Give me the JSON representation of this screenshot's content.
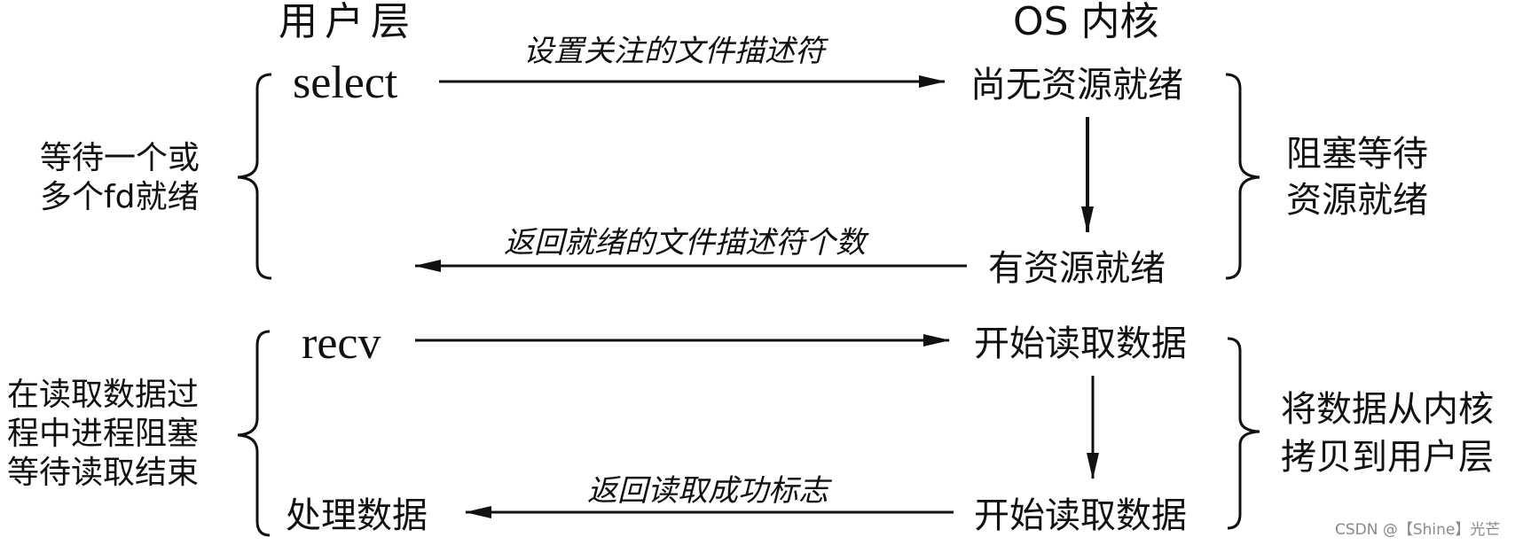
{
  "headers": {
    "user_layer": "用户层",
    "kernel": "OS 内核"
  },
  "select_section": {
    "call": "select",
    "arrow_set_fds": "设置关注的文件描述符",
    "kernel_no_ready": "尚无资源就绪",
    "kernel_ready": "有资源就绪",
    "arrow_return_count": "返回就绪的文件描述符个数",
    "left_note_lines": [
      "等待一个或",
      "多个fd就绪"
    ],
    "right_note_lines": [
      "阻塞等待",
      "资源就绪"
    ]
  },
  "recv_section": {
    "call": "recv",
    "kernel_start_read": "开始读取数据",
    "kernel_start_read_2": "开始读取数据",
    "user_process": "处理数据",
    "arrow_return_flag": "返回读取成功标志",
    "left_note_lines": [
      "在读取数据过",
      "程中进程阻塞",
      "等待读取结束"
    ],
    "right_note_lines": [
      "将数据从内核",
      "拷贝到用户层"
    ]
  },
  "watermark": "CSDN @【Shine】光芒"
}
